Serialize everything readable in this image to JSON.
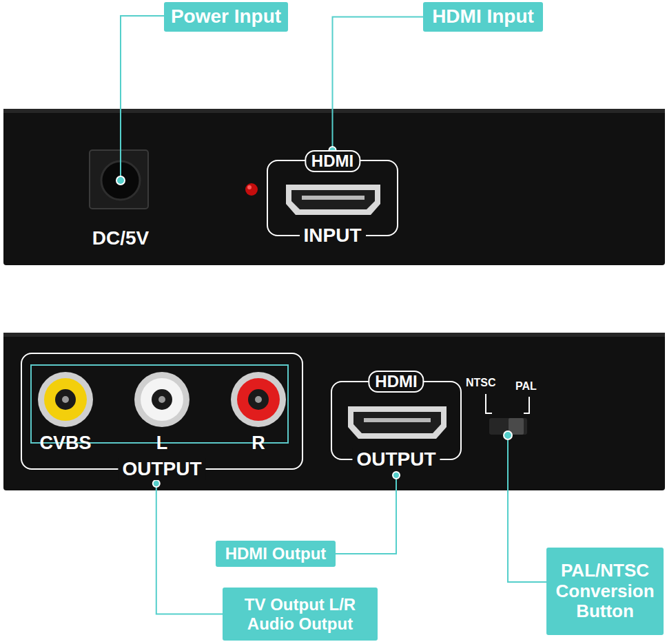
{
  "diagram": {
    "nodes": [
      {
        "text": [
          "Power Input"
        ]
      },
      {
        "text": [
          "HDMI Input"
        ]
      },
      {
        "text": [
          "HDMI",
          "INPUT"
        ]
      },
      {
        "text": [
          "CVBS",
          "L",
          "R",
          "OUTPUT"
        ]
      },
      {
        "text": [
          "HDMI",
          "OUTPUT"
        ]
      },
      {
        "text": [
          "HDMI Output"
        ]
      },
      {
        "text": [
          "TV Output L/R Audio Output"
        ]
      },
      {
        "text": [
          "PAL/NTSC Conversion Button"
        ]
      }
    ],
    "edges": [
      {
        "from": 1,
        "to": 2,
        "arrow": "none"
      },
      {
        "from": 5,
        "to": 4,
        "arrow": "none"
      },
      {
        "from": 6,
        "to": 3,
        "arrow": "none"
      }
    ],
    "labels": [
      "DC/5V",
      "NTSC",
      "PAL"
    ]
  }
}
